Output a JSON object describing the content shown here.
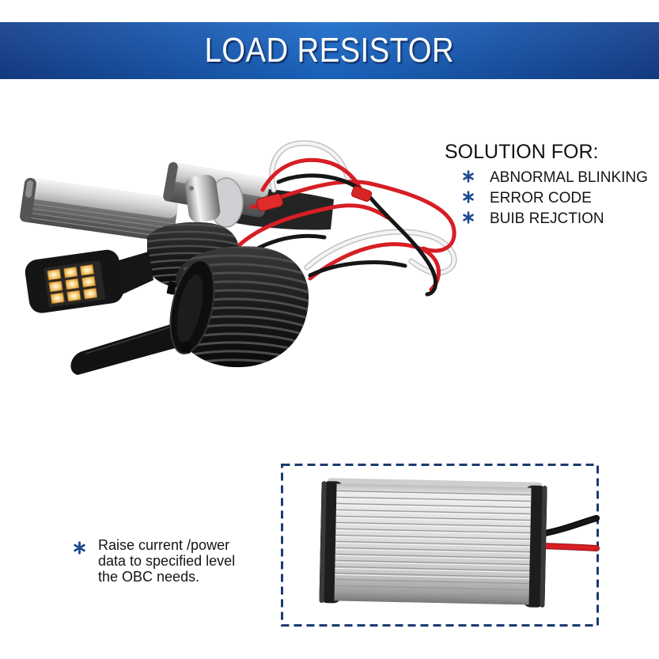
{
  "banner": {
    "title": "LOAD RESISTOR"
  },
  "solution": {
    "heading": "SOLUTION FOR:",
    "items": [
      {
        "label": "ABNORMAL BLINKING",
        "icon": "asterisk-icon"
      },
      {
        "label": "ERROR CODE",
        "icon": "asterisk-icon"
      },
      {
        "label": "BUIB REJCTION",
        "icon": "asterisk-icon"
      }
    ]
  },
  "note": {
    "icon": "asterisk-icon",
    "lines": [
      "Raise current /power",
      "data to specified level",
      "the OBC needs."
    ]
  },
  "colors": {
    "banner_dark": "#143f8c",
    "banner_light": "#1b6bcb",
    "accent": "#1c4a8e",
    "frame": "#1b3b72",
    "text": "#161616",
    "wire_red": "#d71e25",
    "wire_black": "#161616",
    "wire_white": "#f4f4f4"
  }
}
